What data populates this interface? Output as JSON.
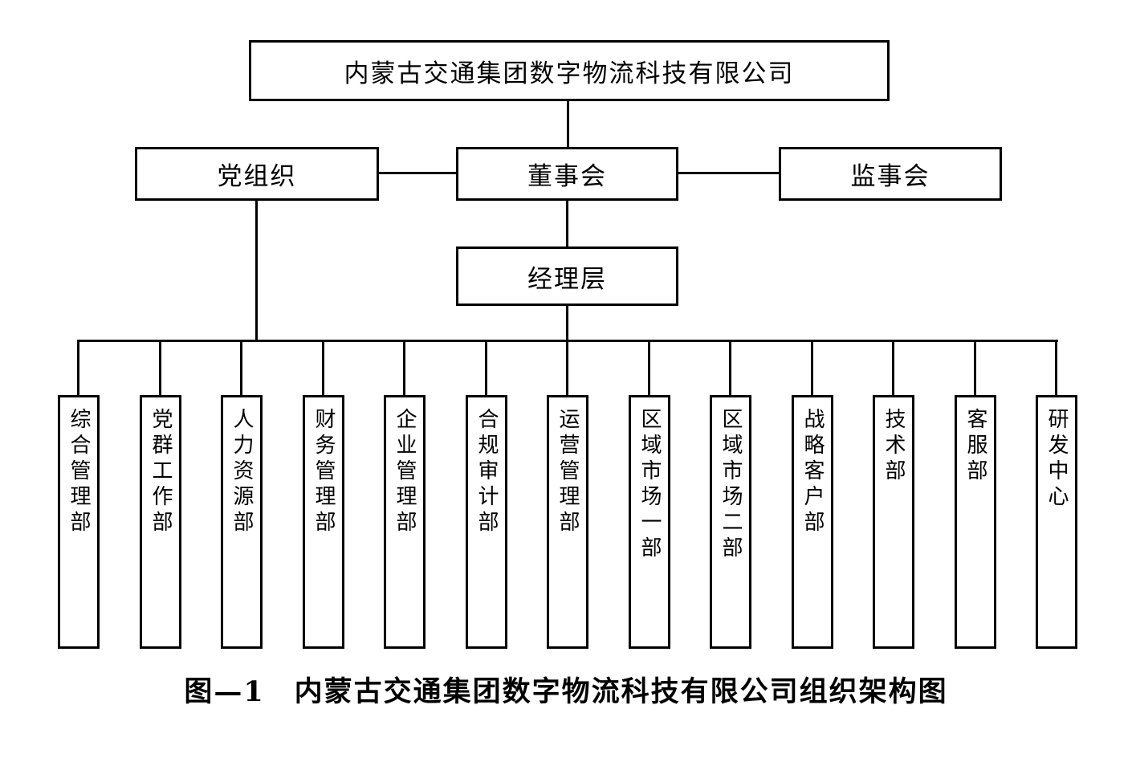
{
  "org_chart": {
    "type": "organization-chart",
    "root": "内蒙古交通集团数字物流科技有限公司",
    "level2": {
      "party": "党组织",
      "board": "董事会",
      "supervisory": "监事会"
    },
    "level3": {
      "management": "经理层"
    },
    "departments": [
      "综合管理部",
      "党群工作部",
      "人力资源部",
      "财务管理部",
      "企业管理部",
      "合规审计部",
      "运营管理部",
      "区域市场一部",
      "区域市场二部",
      "战略客户部",
      "技术部",
      "客服部",
      "研发中心"
    ],
    "edges": [
      "root-board",
      "party-board",
      "board-supervisory",
      "board-management",
      "party-departments-bus",
      "management-departments-bus"
    ]
  },
  "caption": "图—1　内蒙古交通集团数字物流科技有限公司组织架构图",
  "colors": {
    "line": "#000000",
    "text": "#000000",
    "background": "#ffffff"
  }
}
